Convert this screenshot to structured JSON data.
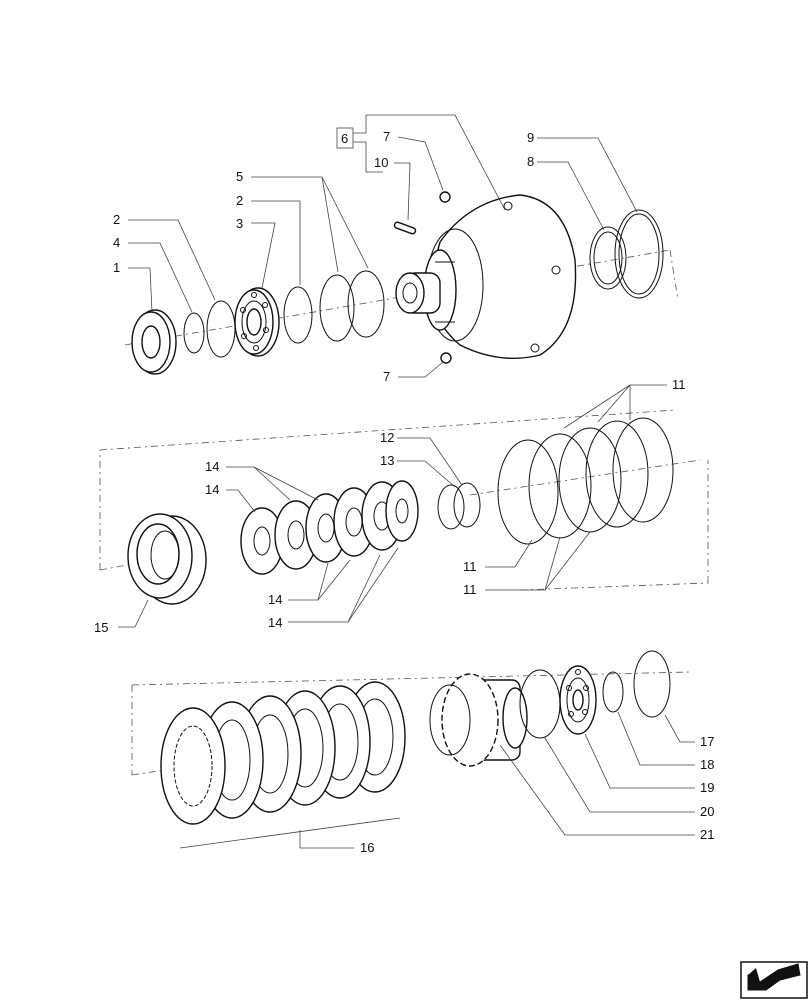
{
  "labels": {
    "l1": "1",
    "l2a": "2",
    "l2b": "2",
    "l3": "3",
    "l4": "4",
    "l5": "5",
    "l6": "6",
    "l7a": "7",
    "l7b": "7",
    "l8": "8",
    "l9": "9",
    "l10": "10",
    "l11a": "11",
    "l11b": "11",
    "l11c": "11",
    "l12": "12",
    "l13": "13",
    "l14a": "14",
    "l14b": "14",
    "l14c": "14",
    "l14d": "14",
    "l15": "15",
    "l16": "16",
    "l17": "17",
    "l18": "18",
    "l19": "19",
    "l20": "20",
    "l21": "21"
  },
  "icons": {
    "nav": "arrow-icon"
  }
}
